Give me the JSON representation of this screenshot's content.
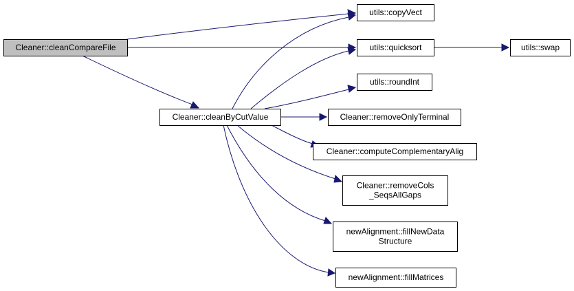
{
  "colors": {
    "edge": "#191970",
    "node_fill": "#ffffff",
    "root_fill": "#bfbfbf",
    "border": "#000000"
  },
  "nodes": [
    {
      "id": "cleanCompareFile",
      "lines": [
        "Cleaner::cleanCompareFile"
      ],
      "root": true
    },
    {
      "id": "cleanByCutValue",
      "lines": [
        "Cleaner::cleanByCutValue"
      ]
    },
    {
      "id": "copyVect",
      "lines": [
        "utils::copyVect"
      ]
    },
    {
      "id": "quicksort",
      "lines": [
        "utils::quicksort"
      ]
    },
    {
      "id": "swap",
      "lines": [
        "utils::swap"
      ]
    },
    {
      "id": "roundInt",
      "lines": [
        "utils::roundInt"
      ]
    },
    {
      "id": "removeOnlyTerminal",
      "lines": [
        "Cleaner::removeOnlyTerminal"
      ]
    },
    {
      "id": "computeComplementaryAlig",
      "lines": [
        "Cleaner::computeComplementaryAlig"
      ]
    },
    {
      "id": "removeCols",
      "lines": [
        "Cleaner::removeCols",
        "_SeqsAllGaps"
      ]
    },
    {
      "id": "fillNewDataStructure",
      "lines": [
        "newAlignment::fillNewData",
        "Structure"
      ]
    },
    {
      "id": "fillMatrices",
      "lines": [
        "newAlignment::fillMatrices"
      ]
    }
  ],
  "edges": [
    {
      "from": "cleanCompareFile",
      "to": "copyVect"
    },
    {
      "from": "cleanCompareFile",
      "to": "quicksort"
    },
    {
      "from": "cleanCompareFile",
      "to": "cleanByCutValue"
    },
    {
      "from": "quicksort",
      "to": "swap"
    },
    {
      "from": "cleanByCutValue",
      "to": "copyVect"
    },
    {
      "from": "cleanByCutValue",
      "to": "quicksort"
    },
    {
      "from": "cleanByCutValue",
      "to": "roundInt"
    },
    {
      "from": "cleanByCutValue",
      "to": "removeOnlyTerminal"
    },
    {
      "from": "cleanByCutValue",
      "to": "computeComplementaryAlig"
    },
    {
      "from": "cleanByCutValue",
      "to": "removeCols"
    },
    {
      "from": "cleanByCutValue",
      "to": "fillNewDataStructure"
    },
    {
      "from": "cleanByCutValue",
      "to": "fillMatrices"
    }
  ]
}
